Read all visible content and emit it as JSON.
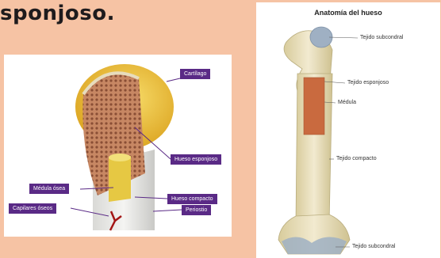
{
  "heading": "sponjoso.",
  "left_diagram": {
    "labels": {
      "cartilage": "Cartílago",
      "spongy_bone": "Hueso esponjoso",
      "marrow": "Médula ósea",
      "compact_bone": "Hueso compacto",
      "capillaries": "Capilares óseos",
      "periosteum": "Periostio"
    },
    "label_color": "#5a2a86"
  },
  "right_diagram": {
    "title": "Anatomía del hueso",
    "labels": {
      "subchondral_top": "Tejido subcondral",
      "spongy_tissue": "Tejido esponjoso",
      "marrow": "Médula",
      "compact_tissue": "Tejido compacto",
      "subchondral_bottom": "Tejido subcondral"
    }
  },
  "colors": {
    "background": "#f6c3a4",
    "cartilage": "#e8b82a",
    "bone": "#efe6c8",
    "marrow": "#c96a3f"
  }
}
